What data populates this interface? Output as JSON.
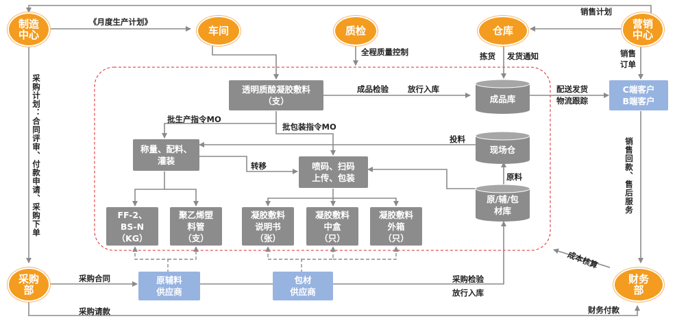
{
  "nodes": {
    "manufacturing_center": "制造\n中心",
    "workshop": "车间",
    "quality": "质检",
    "warehouse": "仓库",
    "marketing_center": "营销\n中心",
    "purchasing_dept": "采购\n部",
    "finance_dept": "财务\n部",
    "product": "透明质酸凝胶敷料\n（支）",
    "finished_store": "成品库",
    "site_store": "现场仓",
    "materials_store": "原/辅/包\n材库",
    "weigh_mix_fill": "称量、配料、\n灌装",
    "code_scan_pack": "喷码、扫码\n上传、包装",
    "ff2_bsn": "FF-2、\nBS-N\n（KG）",
    "pe_tube": "聚乙烯塑\n料管\n（支）",
    "manual": "凝胶敷料\n说明书\n（张）",
    "middle_box": "凝胶敷料\n中盒\n（只）",
    "outer_box": "凝胶敷料\n外箱\n（只）",
    "customers": "C端客户\nB端客户",
    "raw_supplier": "原辅料\n供应商",
    "pack_supplier": "包材\n供应商"
  },
  "labels": {
    "monthly_plan": "《月度生产计划》",
    "sales_plan": "销售计划",
    "full_qc": "全程质量控制",
    "picking": "拣货",
    "delivery_notice": "发货通知",
    "sales_order": "销售\n订单",
    "finished_inspection": "成品检验",
    "release_in": "放行入库",
    "ship_tracking": "配送发货\n物流跟踪",
    "batch_mo": "批生产指令MO",
    "pack_mo": "批包装指令MO",
    "feed": "投料",
    "transfer": "转移",
    "raw_material": "原料",
    "sales_return": "销售回款、售后服务",
    "cost_accounting": "成本核算",
    "purchase_plan": "采购计划：合同评审、付款申请、采购下单",
    "purchase_contract": "采购合同",
    "purchase_inspection": "采购检验",
    "release_in_2": "放行入库",
    "purchase_payment_request": "采购请款",
    "finance_payment": "财务付款"
  },
  "colors": {
    "orange": "#f39c1f",
    "gray": "#8c8c8c",
    "blue": "#97b3e0",
    "dashed_red": "#d9252a",
    "line": "#8a8a8a"
  }
}
